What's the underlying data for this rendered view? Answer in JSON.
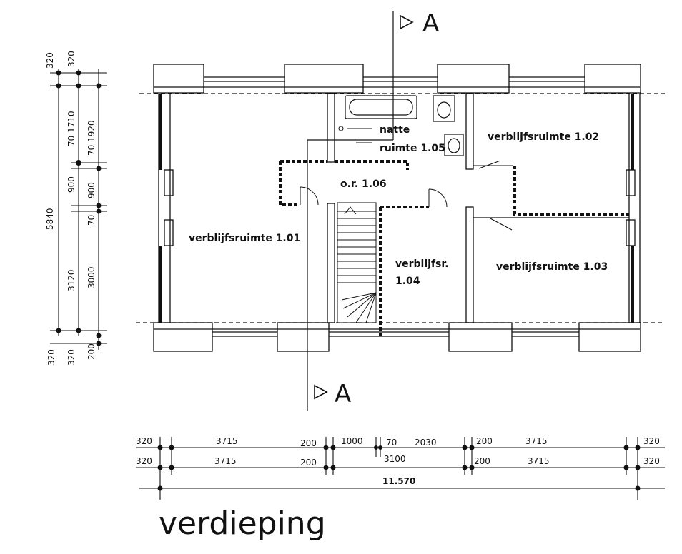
{
  "section_marks": {
    "top": "A",
    "bottom": "A"
  },
  "rooms": {
    "r101": "verblijfsruimte 1.01",
    "r102": "verblijfsruimte 1.02",
    "r103": "verblijfsruimte 1.03",
    "r104_line1": "verblijfsr.",
    "r104_line2": "1.04",
    "r105_line1": "natte",
    "r105_line2": "ruimte 1.05",
    "r106": "o.r. 1.06"
  },
  "dims_left": {
    "top_a": "320",
    "top_b": "320",
    "total": "5840",
    "v1710": "70 1710",
    "v1920": "70 1920",
    "v900a": "900",
    "v900b": "900",
    "v70": "70",
    "v3120": "3120",
    "v3000": "3000",
    "bot_a": "320",
    "bot_b": "320",
    "bot_c": "200"
  },
  "dims_bottom_row1": {
    "a": "320",
    "b": "3715",
    "c": "200",
    "d": "1000",
    "e": "70",
    "f": "2030",
    "g": "200",
    "h": "3715",
    "i": "320"
  },
  "dims_bottom_row2": {
    "a": "320",
    "b": "3715",
    "c": "200",
    "d": "3100",
    "e": "200",
    "f": "3715",
    "g": "320"
  },
  "dims_total": "11.570",
  "floor_label": "verdieping"
}
